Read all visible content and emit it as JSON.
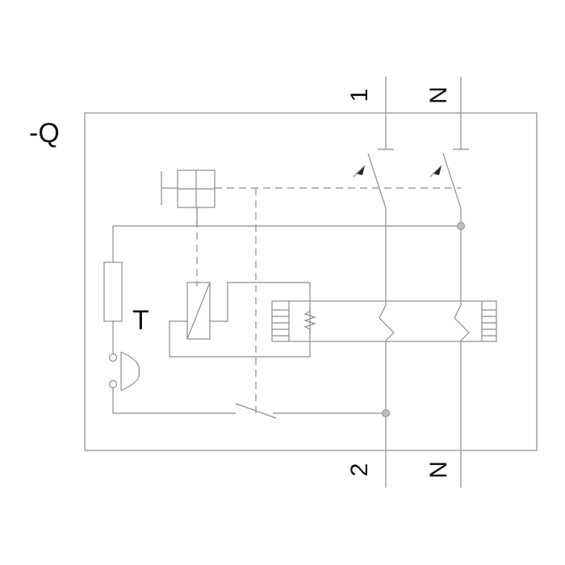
{
  "designation": "-Q",
  "terminals": {
    "top_left": "1",
    "top_right": "N",
    "bottom_left": "2",
    "bottom_right": "N"
  },
  "test_button_label": "T",
  "colors": {
    "line": "#8c8c8c",
    "text": "#111111",
    "junction": "#bdbdbd",
    "background": "#ffffff"
  }
}
